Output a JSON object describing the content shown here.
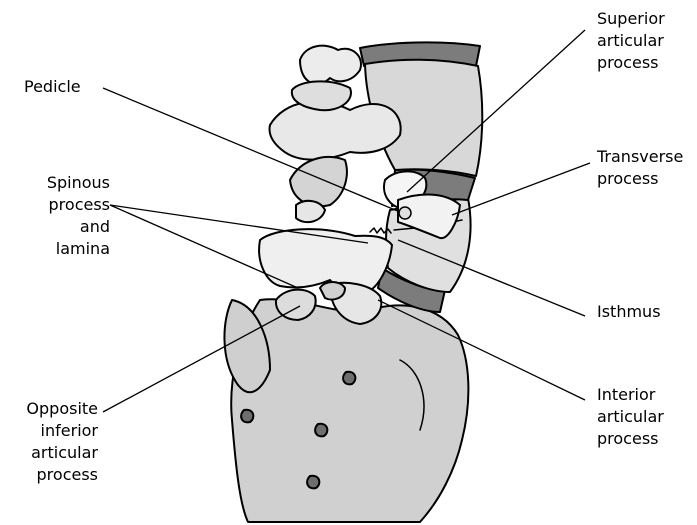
{
  "labels": {
    "pedicle": [
      "Pedicle"
    ],
    "spinous": [
      "Spinous",
      "process",
      "and",
      "lamina"
    ],
    "opposite": [
      "Opposite",
      "inferior",
      "articular",
      "process"
    ],
    "superior": [
      "Superior",
      "articular",
      "process"
    ],
    "transverse": [
      "Transverse",
      "process"
    ],
    "isthmus": [
      "Isthmus"
    ],
    "interior": [
      "Interior",
      "articular",
      "process"
    ]
  },
  "colors": {
    "bone": "#e4e4e4",
    "bone_light": "#f2f2f2",
    "bone_dark": "#c6c6c6",
    "disc": "#7c7c7c",
    "outline": "#000000",
    "hole": "#6e6e6e"
  }
}
